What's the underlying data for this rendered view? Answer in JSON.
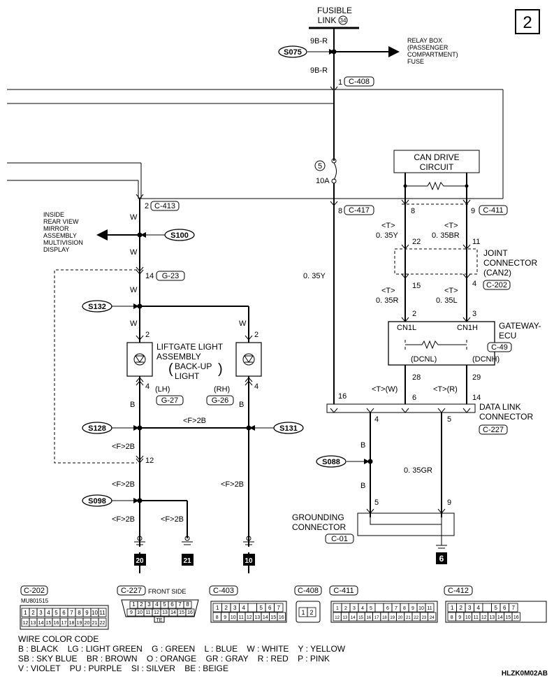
{
  "page_number": "2",
  "fusible_link": {
    "label_top": "FUSIBLE",
    "label_bottom": "LINK",
    "number": "34"
  },
  "relay_box": {
    "lines": [
      "RELAY BOX",
      "(PASSENGER",
      "COMPARTMENT)",
      "FUSE"
    ]
  },
  "splices": {
    "s075": "S075",
    "s100": "S100",
    "s132": "S132",
    "s128": "S128",
    "s131": "S131",
    "s098": "S098",
    "s088": "S088"
  },
  "wire_labels": {
    "w9br_top": "9B-R",
    "w9br_bottom": "9B-R",
    "w1": "W",
    "w2": "W",
    "w3": "W",
    "w4": "W",
    "w5": "W",
    "b_lh": "B",
    "b_rh": "B",
    "f2b_mid": "<F>2B",
    "f2b_l1": "<F>2B",
    "f2b_l2": "<F>2B",
    "f2b_l3": "<F>2B",
    "f2b_r": "<F>2B",
    "f2b_s098": "<F>2B",
    "y035_main": "0. 35Y",
    "t1": "<T>",
    "y035_8": "0. 35Y",
    "t2": "<T>",
    "br035": "0. 35BR",
    "t3": "<T>",
    "r035": "0. 35R",
    "t4": "<T>",
    "l035": "0. 35L",
    "tw": "<T>(W)",
    "tr": "<T>(R)",
    "b_s088_top": "B",
    "b_s088_bot": "B",
    "gr035": "0. 35GR"
  },
  "pins": {
    "c408_pin": "1",
    "c413_pin": "2",
    "g23_pin": "14",
    "c417_pin": "8",
    "c411_pin8": "8",
    "c411_pin9": "9",
    "j22": "22",
    "j11": "11",
    "j15": "15",
    "j4": "4",
    "gw2": "2",
    "gw3": "3",
    "gw28": "28",
    "gw29": "29",
    "dl16": "16",
    "dl6": "6",
    "dl14": "14",
    "dl4": "4",
    "dl5": "5",
    "lh2": "2",
    "lh4": "4",
    "rh2": "2",
    "rh4": "4",
    "p12": "12",
    "gc5": "5",
    "gc9": "9"
  },
  "connectors": {
    "c408": "C-408",
    "c413": "C-413",
    "g23": "G-23",
    "c417": "C-417",
    "c411": "C-411",
    "c202": "C-202",
    "c49": "C-49",
    "c227": "C-227",
    "g27": "G-27",
    "g26": "G-26",
    "c01": "C-01"
  },
  "fuse": {
    "number": "5",
    "rating": "10A"
  },
  "inside_mirror": {
    "lines": [
      "INSIDE",
      "REAR VIEW",
      "MIRROR",
      "ASSEMBLY",
      "MULTIVISION",
      "DISPLAY"
    ]
  },
  "can_drive": {
    "line1": "CAN DRIVE",
    "line2": "CIRCUIT"
  },
  "joint_connector": {
    "lines": [
      "JOINT",
      "CONNECTOR",
      "(CAN2)"
    ]
  },
  "gateway": {
    "line1": "GATEWAY-",
    "line2": "ECU",
    "cn1l": "CN1L",
    "cn1h": "CN1H",
    "dcnl": "(DCNL)",
    "dcnh": "(DCNH)"
  },
  "liftgate": {
    "line1": "LIFTGATE LIGHT",
    "line2": "ASSEMBLY",
    "line3": "BACK-UP",
    "line4": "LIGHT",
    "lh": "(LH)",
    "rh": "(RH)"
  },
  "data_link": {
    "line1": "DATA LINK",
    "line2": "CONNECTOR"
  },
  "grounding": {
    "line1": "GROUNDING",
    "line2": "CONNECTOR"
  },
  "grounds": {
    "g20": "20",
    "g21": "21",
    "g10": "10",
    "g6": "6"
  },
  "connector_views": {
    "c202": {
      "name": "C-202",
      "part": "MU801515",
      "row1": [
        "1",
        "2",
        "3",
        "4",
        "5",
        "6",
        "7",
        "8",
        "9",
        "10",
        "11"
      ],
      "row2": [
        "12",
        "13",
        "14",
        "15",
        "16",
        "17",
        "18",
        "19",
        "20",
        "21",
        "22"
      ]
    },
    "c227": {
      "name": "C-227",
      "note": "FRONT SIDE",
      "row1": [
        "1",
        "2",
        "3",
        "4",
        "5",
        "6",
        "7",
        "8"
      ],
      "row2": [
        "9",
        "10",
        "11",
        "12",
        "13",
        "14",
        "15",
        "16"
      ],
      "tag": "TE"
    },
    "c403": {
      "name": "C-403",
      "row1": [
        "1",
        "2",
        "3",
        "4",
        "",
        "5",
        "6",
        "7"
      ],
      "row2": [
        "8",
        "9",
        "10",
        "11",
        "12",
        "13",
        "14",
        "15",
        "16"
      ]
    },
    "c408": {
      "name": "C-408",
      "row1": [
        "1",
        "2"
      ]
    },
    "c411": {
      "name": "C-411",
      "row1": [
        "1",
        "2",
        "3",
        "4",
        "5",
        "",
        "6",
        "7",
        "8",
        "9",
        "10",
        "11"
      ],
      "row2": [
        "12",
        "13",
        "14",
        "15",
        "16",
        "17",
        "18",
        "19",
        "20",
        "21",
        "22",
        "23",
        "24"
      ]
    },
    "c412": {
      "name": "C-412",
      "row1": [
        "1",
        "2",
        "3",
        "4",
        "",
        "5",
        "6",
        "7"
      ],
      "row2": [
        "8",
        "9",
        "10",
        "11",
        "12",
        "13",
        "14",
        "15",
        "16"
      ]
    }
  },
  "wire_color_code": {
    "title": "WIRE COLOR CODE",
    "line1": "B : BLACK    LG : LIGHT GREEN    G : GREEN    L : BLUE    W : WHITE    Y : YELLOW",
    "line2": "SB : SKY BLUE    BR : BROWN    O : ORANGE    GR : GRAY    R : RED    P : PINK",
    "line3": "V : VIOLET    PU : PURPLE    SI : SILVER    BE : BEIGE"
  },
  "diagram_code": "HLZK0M02AB"
}
